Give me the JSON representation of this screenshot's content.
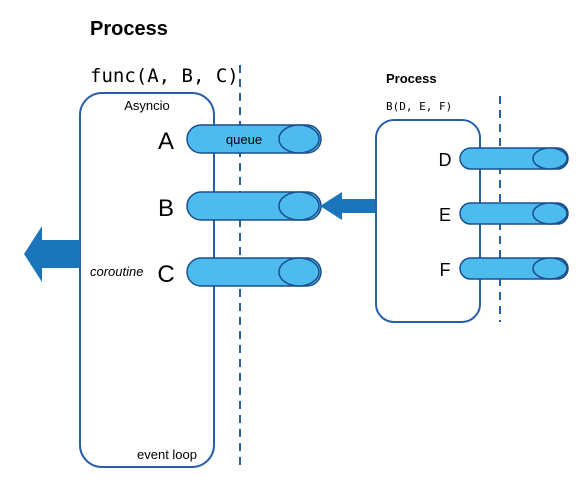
{
  "main_process": {
    "title": "Process",
    "func_label": "func(A, B, C)",
    "container_label": "Asyncio",
    "footer_label": "event loop",
    "coroutine_label": "coroutine",
    "items": [
      "A",
      "B",
      "C"
    ],
    "queue_label": "queue"
  },
  "sub_process": {
    "title": "Process",
    "func_label": "B(D, E, F)",
    "items": [
      "D",
      "E",
      "F"
    ]
  },
  "colors": {
    "pipe_fill": "#4dbbee",
    "pipe_stroke": "#1a4e8c",
    "container_stroke": "#2a5ea8",
    "dashed_line": "#2a5ea8",
    "arrow": "#1b75bb"
  }
}
